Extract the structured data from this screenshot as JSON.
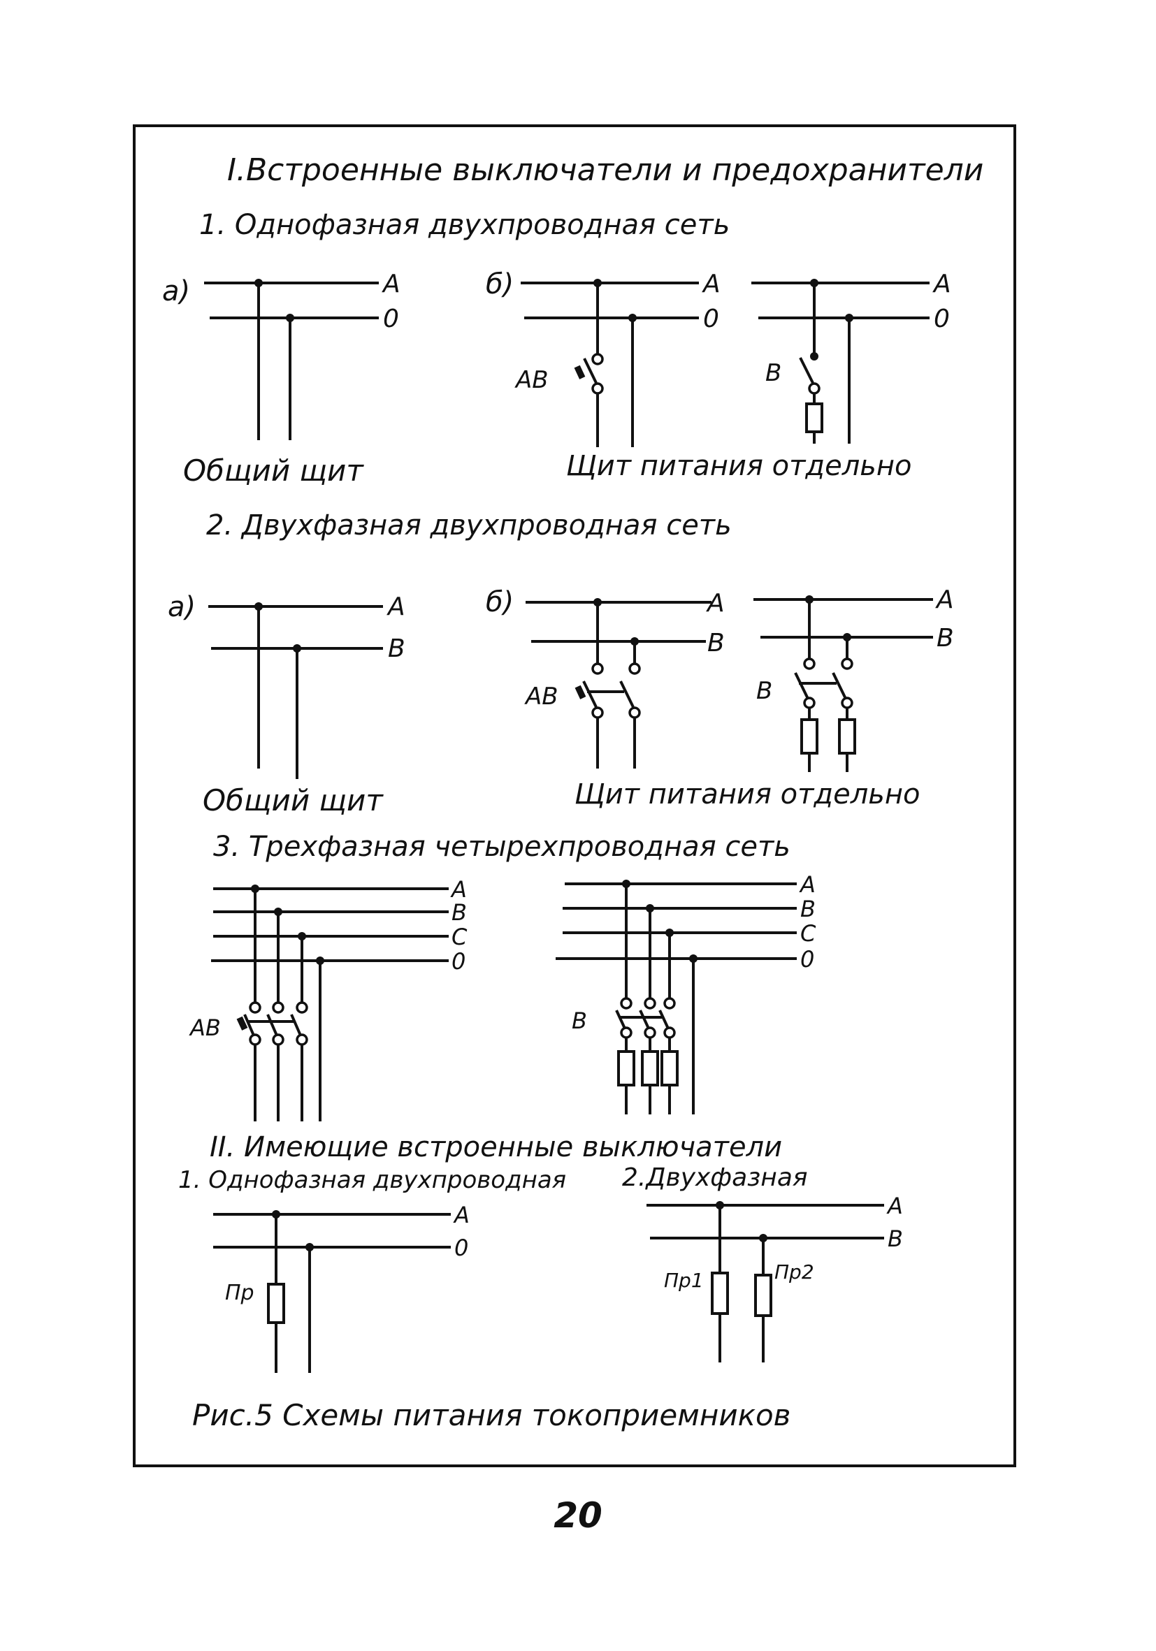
{
  "section1": {
    "title": "I.Встроенные выключатели и предохранители",
    "sub1": {
      "title": "1. Однофазная двухпроводная сеть",
      "variant_a": "а)",
      "variant_b": "б)",
      "phase": "А",
      "neutral": "0",
      "breaker": "АВ",
      "switch": "В",
      "left_caption": "Общий щит",
      "right_caption": "Щит питания отдельно"
    },
    "sub2": {
      "title": "2. Двухфазная двухпроводная сеть",
      "variant_a": "а)",
      "variant_b": "б)",
      "phase_a": "А",
      "phase_b": "В",
      "breaker": "АВ",
      "switch": "В",
      "left_caption": "Общий щит",
      "right_caption": "Щит питания отдельно"
    },
    "sub3": {
      "title": "3. Трехфазная четырехпроводная сеть",
      "phase_a": "А",
      "phase_b": "В",
      "phase_c": "С",
      "neutral": "0",
      "breaker": "АВ",
      "switch": "В"
    }
  },
  "section2": {
    "title": "II. Имеющие встроенные выключатели",
    "sub1_title": "1. Однофазная двухпроводная",
    "sub2_title": "2.Двухфазная",
    "phase": "А",
    "neutral": "0",
    "phase_a": "А",
    "phase_b": "В",
    "fuse": "Пр",
    "fuse1": "Пр1",
    "fuse2": "Пр2"
  },
  "caption": "Рис.5 Схемы питания токоприемников",
  "page_number": "20"
}
